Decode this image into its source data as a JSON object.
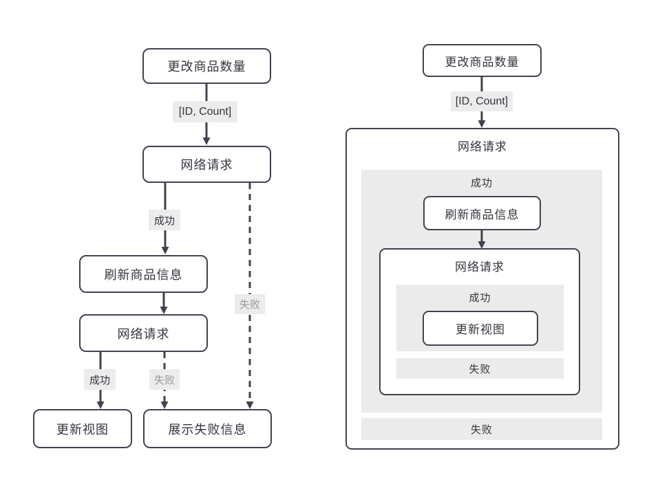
{
  "colors": {
    "stroke": "#3e434d",
    "text": "#32353c",
    "muted_text": "#9b9b9b",
    "label_bg": "#ececec",
    "section_bg": "#ebebeb",
    "node_bg": "#ffffff"
  },
  "left_flowchart": {
    "nodes": {
      "change_quantity": "更改商品数量",
      "network_request_1": "网络请求",
      "refresh_product_info": "刷新商品信息",
      "network_request_2": "网络请求",
      "update_view": "更新视图",
      "show_failure_info": "展示失败信息"
    },
    "labels": {
      "id_count": "[ID, Count]",
      "success_1": "成功",
      "failure_1": "失败",
      "success_2": "成功",
      "failure_2": "失败"
    }
  },
  "right_nested": {
    "nodes": {
      "change_quantity": "更改商品数量",
      "refresh_product_info": "刷新商品信息",
      "update_view": "更新视图"
    },
    "labels": {
      "id_count": "[ID, Count]",
      "outer_request_title": "网络请求",
      "outer_success": "成功",
      "inner_request_title": "网络请求",
      "inner_success": "成功",
      "inner_failure": "失败",
      "outer_failure": "失败"
    }
  }
}
